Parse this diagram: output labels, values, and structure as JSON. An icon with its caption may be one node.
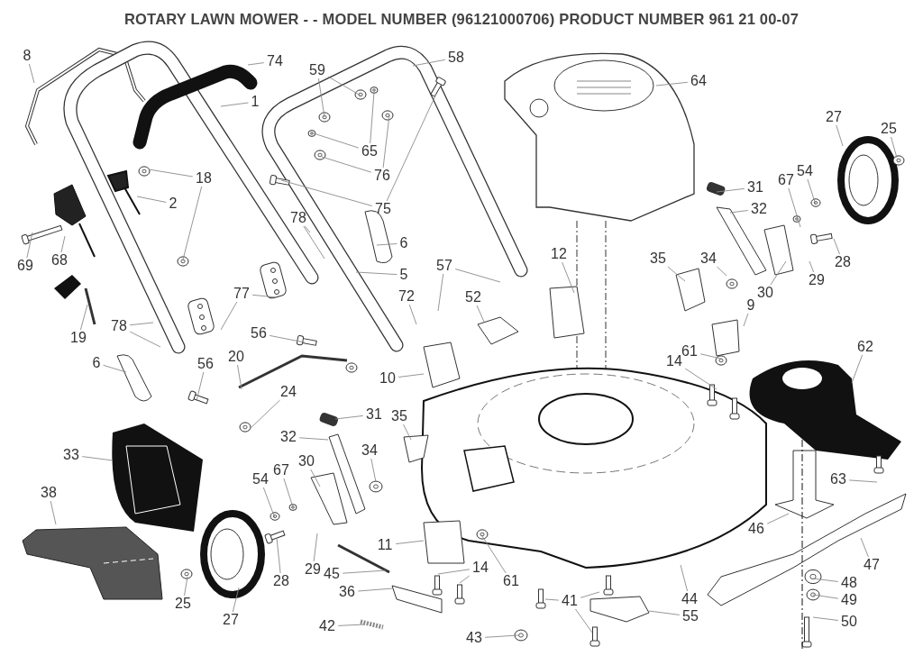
{
  "diagram": {
    "title": "ROTARY LAWN MOWER - - MODEL NUMBER (96121000706) PRODUCT NUMBER 961 21 00-07",
    "nodes": [
      {
        "text": [
          "8"
        ]
      },
      {
        "text": [
          "74"
        ]
      },
      {
        "text": [
          "1"
        ]
      },
      {
        "text": [
          "59"
        ]
      },
      {
        "text": [
          "58"
        ]
      },
      {
        "text": [
          "64"
        ]
      },
      {
        "text": [
          "27"
        ]
      },
      {
        "text": [
          "25"
        ]
      },
      {
        "text": [
          "18"
        ]
      },
      {
        "text": [
          "65"
        ]
      },
      {
        "text": [
          "76"
        ]
      },
      {
        "text": [
          "2"
        ]
      },
      {
        "text": [
          "31"
        ]
      },
      {
        "text": [
          "32"
        ]
      },
      {
        "text": [
          "67"
        ]
      },
      {
        "text": [
          "54"
        ]
      },
      {
        "text": [
          "75"
        ]
      },
      {
        "text": [
          "78"
        ]
      },
      {
        "text": [
          "6"
        ]
      },
      {
        "text": [
          "12"
        ]
      },
      {
        "text": [
          "35"
        ]
      },
      {
        "text": [
          "34"
        ]
      },
      {
        "text": [
          "69"
        ]
      },
      {
        "text": [
          "68"
        ]
      },
      {
        "text": [
          "28"
        ]
      },
      {
        "text": [
          "5"
        ]
      },
      {
        "text": [
          "57"
        ]
      },
      {
        "text": [
          "29"
        ]
      },
      {
        "text": [
          "30"
        ]
      },
      {
        "text": [
          "77"
        ]
      },
      {
        "text": [
          "72"
        ]
      },
      {
        "text": [
          "52"
        ]
      },
      {
        "text": [
          "9"
        ]
      },
      {
        "text": [
          "78"
        ]
      },
      {
        "text": [
          "56"
        ]
      },
      {
        "text": [
          "19"
        ]
      },
      {
        "text": [
          "62"
        ]
      },
      {
        "text": [
          "61"
        ]
      },
      {
        "text": [
          "20"
        ]
      },
      {
        "text": [
          "6"
        ]
      },
      {
        "text": [
          "56"
        ]
      },
      {
        "text": [
          "14"
        ]
      },
      {
        "text": [
          "10"
        ]
      },
      {
        "text": [
          "24"
        ]
      },
      {
        "text": [
          "31"
        ]
      },
      {
        "text": [
          "35"
        ]
      },
      {
        "text": [
          "32"
        ]
      },
      {
        "text": [
          "34"
        ]
      },
      {
        "text": [
          "33"
        ]
      },
      {
        "text": [
          "30"
        ]
      },
      {
        "text": [
          "67"
        ]
      },
      {
        "text": [
          "54"
        ]
      },
      {
        "text": [
          "63"
        ]
      },
      {
        "text": [
          "38"
        ]
      },
      {
        "text": [
          "46"
        ]
      },
      {
        "text": [
          "11"
        ]
      },
      {
        "text": [
          "47"
        ]
      },
      {
        "text": [
          "29"
        ]
      },
      {
        "text": [
          "14"
        ]
      },
      {
        "text": [
          "45"
        ]
      },
      {
        "text": [
          "28"
        ]
      },
      {
        "text": [
          "61"
        ]
      },
      {
        "text": [
          "48"
        ]
      },
      {
        "text": [
          "36"
        ]
      },
      {
        "text": [
          "44"
        ]
      },
      {
        "text": [
          "49"
        ]
      },
      {
        "text": [
          "41"
        ]
      },
      {
        "text": [
          "25"
        ]
      },
      {
        "text": [
          "55"
        ]
      },
      {
        "text": [
          "27"
        ]
      },
      {
        "text": [
          "50"
        ]
      },
      {
        "text": [
          "42"
        ]
      },
      {
        "text": [
          "43"
        ]
      }
    ],
    "edges": [
      {
        "from": 0,
        "to": null,
        "arrow": "none"
      },
      {
        "from": 1,
        "to": null,
        "arrow": "none"
      },
      {
        "from": 2,
        "to": null,
        "arrow": "none"
      },
      {
        "from": 3,
        "to": null,
        "arrow": "none"
      },
      {
        "from": 3,
        "to": null,
        "arrow": "none"
      },
      {
        "from": 4,
        "to": null,
        "arrow": "none"
      },
      {
        "from": 5,
        "to": null,
        "arrow": "none"
      },
      {
        "from": 6,
        "to": null,
        "arrow": "none"
      },
      {
        "from": 7,
        "to": null,
        "arrow": "none"
      },
      {
        "from": 8,
        "to": null,
        "arrow": "none"
      },
      {
        "from": 8,
        "to": null,
        "arrow": "none"
      },
      {
        "from": 9,
        "to": null,
        "arrow": "none"
      },
      {
        "from": 9,
        "to": null,
        "arrow": "none"
      },
      {
        "from": 10,
        "to": null,
        "arrow": "none"
      },
      {
        "from": 10,
        "to": null,
        "arrow": "none"
      },
      {
        "from": 11,
        "to": null,
        "arrow": "none"
      },
      {
        "from": 12,
        "to": null,
        "arrow": "none"
      },
      {
        "from": 13,
        "to": null,
        "arrow": "none"
      },
      {
        "from": 14,
        "to": null,
        "arrow": "none"
      },
      {
        "from": 15,
        "to": null,
        "arrow": "none"
      },
      {
        "from": 16,
        "to": null,
        "arrow": "none"
      },
      {
        "from": 16,
        "to": null,
        "arrow": "none"
      },
      {
        "from": 17,
        "to": null,
        "arrow": "none"
      },
      {
        "from": 17,
        "to": null,
        "arrow": "none"
      },
      {
        "from": 18,
        "to": null,
        "arrow": "none"
      },
      {
        "from": 19,
        "to": null,
        "arrow": "none"
      },
      {
        "from": 20,
        "to": null,
        "arrow": "none"
      },
      {
        "from": 21,
        "to": null,
        "arrow": "none"
      },
      {
        "from": 22,
        "to": null,
        "arrow": "none"
      },
      {
        "from": 23,
        "to": null,
        "arrow": "none"
      },
      {
        "from": 24,
        "to": null,
        "arrow": "none"
      },
      {
        "from": 25,
        "to": null,
        "arrow": "none"
      },
      {
        "from": 26,
        "to": null,
        "arrow": "none"
      },
      {
        "from": 26,
        "to": null,
        "arrow": "none"
      },
      {
        "from": 27,
        "to": null,
        "arrow": "none"
      },
      {
        "from": 28,
        "to": null,
        "arrow": "none"
      },
      {
        "from": 29,
        "to": null,
        "arrow": "none"
      },
      {
        "from": 29,
        "to": null,
        "arrow": "none"
      },
      {
        "from": 30,
        "to": null,
        "arrow": "none"
      },
      {
        "from": 31,
        "to": null,
        "arrow": "none"
      },
      {
        "from": 32,
        "to": null,
        "arrow": "none"
      },
      {
        "from": 33,
        "to": null,
        "arrow": "none"
      },
      {
        "from": 33,
        "to": null,
        "arrow": "none"
      },
      {
        "from": 34,
        "to": null,
        "arrow": "none"
      },
      {
        "from": 35,
        "to": null,
        "arrow": "none"
      },
      {
        "from": 36,
        "to": null,
        "arrow": "none"
      },
      {
        "from": 37,
        "to": null,
        "arrow": "none"
      },
      {
        "from": 38,
        "to": null,
        "arrow": "none"
      },
      {
        "from": 39,
        "to": null,
        "arrow": "none"
      },
      {
        "from": 40,
        "to": null,
        "arrow": "none"
      },
      {
        "from": 41,
        "to": null,
        "arrow": "none"
      },
      {
        "from": 42,
        "to": null,
        "arrow": "none"
      },
      {
        "from": 43,
        "to": null,
        "arrow": "none"
      },
      {
        "from": 44,
        "to": null,
        "arrow": "none"
      },
      {
        "from": 45,
        "to": null,
        "arrow": "none"
      },
      {
        "from": 46,
        "to": null,
        "arrow": "none"
      },
      {
        "from": 47,
        "to": null,
        "arrow": "none"
      },
      {
        "from": 48,
        "to": null,
        "arrow": "none"
      },
      {
        "from": 49,
        "to": null,
        "arrow": "none"
      },
      {
        "from": 50,
        "to": null,
        "arrow": "none"
      },
      {
        "from": 51,
        "to": null,
        "arrow": "none"
      },
      {
        "from": 52,
        "to": null,
        "arrow": "none"
      },
      {
        "from": 53,
        "to": null,
        "arrow": "none"
      },
      {
        "from": 54,
        "to": null,
        "arrow": "none"
      },
      {
        "from": 55,
        "to": null,
        "arrow": "none"
      },
      {
        "from": 56,
        "to": null,
        "arrow": "none"
      },
      {
        "from": 57,
        "to": null,
        "arrow": "none"
      },
      {
        "from": 58,
        "to": null,
        "arrow": "none"
      },
      {
        "from": 58,
        "to": null,
        "arrow": "none"
      },
      {
        "from": 59,
        "to": null,
        "arrow": "none"
      },
      {
        "from": 60,
        "to": null,
        "arrow": "none"
      },
      {
        "from": 61,
        "to": null,
        "arrow": "none"
      },
      {
        "from": 62,
        "to": null,
        "arrow": "none"
      },
      {
        "from": 63,
        "to": null,
        "arrow": "none"
      },
      {
        "from": 64,
        "to": null,
        "arrow": "none"
      },
      {
        "from": 65,
        "to": null,
        "arrow": "none"
      },
      {
        "from": 66,
        "to": null,
        "arrow": "none"
      },
      {
        "from": 66,
        "to": null,
        "arrow": "none"
      },
      {
        "from": 66,
        "to": null,
        "arrow": "none"
      },
      {
        "from": 67,
        "to": null,
        "arrow": "none"
      },
      {
        "from": 68,
        "to": null,
        "arrow": "none"
      },
      {
        "from": 69,
        "to": null,
        "arrow": "none"
      },
      {
        "from": 70,
        "to": null,
        "arrow": "none"
      },
      {
        "from": 71,
        "to": null,
        "arrow": "none"
      },
      {
        "from": 72,
        "to": null,
        "arrow": "none"
      }
    ]
  }
}
